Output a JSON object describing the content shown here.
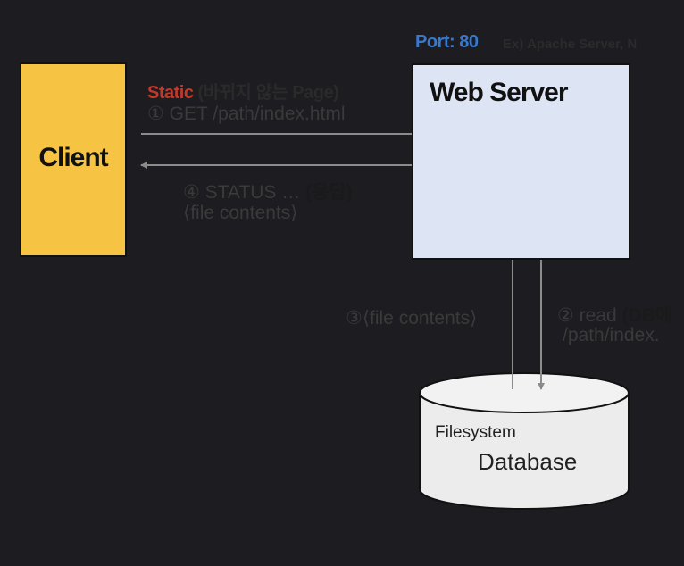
{
  "port": {
    "label": "Port: 80",
    "note": "Ex) Apache Server, N"
  },
  "client": {
    "label": "Client"
  },
  "web_server": {
    "label": "Web Server"
  },
  "static": {
    "word": "Static",
    "desc": " (바뀌지 않는 Page)"
  },
  "steps": {
    "request": "① GET /path/index.html",
    "response_status": "④ STATUS … ",
    "response_status_bold": "(응답)",
    "response_body": "⟨file contents⟩",
    "read_prefix": "② read ",
    "read_bold": "(DB에",
    "read_path": "/path/index.",
    "file_contents": "③⟨file contents⟩"
  },
  "database": {
    "small_label": "Filesystem",
    "label": "Database"
  },
  "colors": {
    "background": "#1c1c21",
    "client_fill": "#f6c343",
    "server_fill": "#dde4f4",
    "static_red": "#c03a2b",
    "port_blue": "#3a78c9",
    "arrow_gray": "#8c8c8c"
  }
}
